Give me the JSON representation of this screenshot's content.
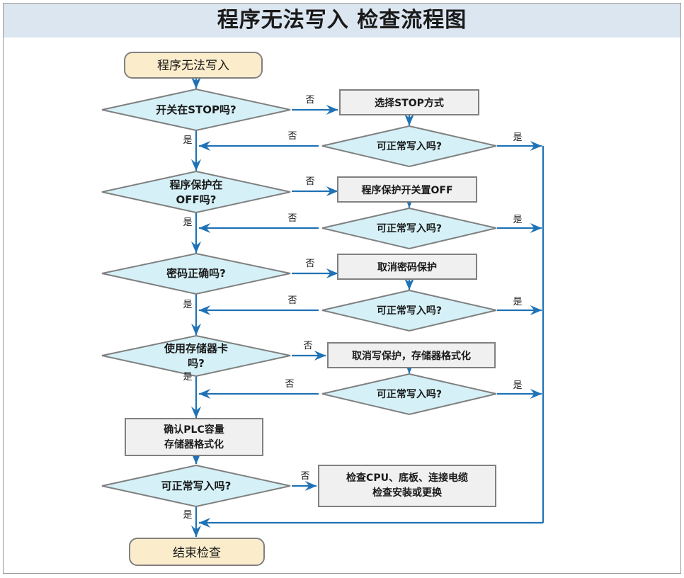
{
  "page": {
    "title": "程序无法写入 检查流程图",
    "frame_border_color": "#9a9a9a",
    "title_band_color": "#dce6f1"
  },
  "palette": {
    "terminator_fill": "#fbeccb",
    "terminator_border": "#808080",
    "decision_fill": "#d5f1f7",
    "decision_border": "#808080",
    "process_fill": "#f0f0f0",
    "process_border": "#808080",
    "arrow": "#1f72b5",
    "text": "#1a1a1a"
  },
  "labels": {
    "yes": "是",
    "no": "否"
  },
  "nodes": {
    "start": {
      "type": "terminator",
      "text": "程序无法写入"
    },
    "end": {
      "type": "terminator",
      "text": "结束检查"
    },
    "d1": {
      "type": "decision",
      "text": "开关在STOP吗?"
    },
    "d2": {
      "type": "decision",
      "line1": "程序保护在",
      "line2": "OFF吗?"
    },
    "d3": {
      "type": "decision",
      "text": "密码正确吗?"
    },
    "d4": {
      "type": "decision",
      "line1": "使用存储器卡",
      "line2": "吗?"
    },
    "d5": {
      "type": "decision",
      "text": "可正常写入吗?"
    },
    "p1": {
      "type": "process",
      "text": "选择STOP方式"
    },
    "p2": {
      "type": "process",
      "text": "程序保护开关置OFF"
    },
    "p3": {
      "type": "process",
      "text": "取消密码保护"
    },
    "p4": {
      "type": "process",
      "text": "取消写保护，存储器格式化"
    },
    "p5": {
      "type": "process",
      "line1": "确认PLC容量",
      "line2": "存储器格式化"
    },
    "p6": {
      "type": "process",
      "line1": "检查CPU、底板、连接电缆",
      "line2": "检查安装或更换"
    },
    "c1": {
      "type": "decision",
      "text": "可正常写入吗?"
    },
    "c2": {
      "type": "decision",
      "text": "可正常写入吗?"
    },
    "c3": {
      "type": "decision",
      "text": "可正常写入吗?"
    },
    "c4": {
      "type": "decision",
      "text": "可正常写入吗?"
    }
  },
  "edge_labels": {
    "d1_no": "否",
    "d1_yes": "是",
    "c1_no": "否",
    "c1_yes": "是",
    "d2_no": "否",
    "d2_yes": "是",
    "c2_no": "否",
    "c2_yes": "是",
    "d3_no": "否",
    "d3_yes": "是",
    "c3_no": "否",
    "c3_yes": "是",
    "d4_no": "否",
    "d4_yes": "是",
    "c4_no": "否",
    "c4_yes": "是",
    "d5_no": "否",
    "d5_yes": "是"
  }
}
